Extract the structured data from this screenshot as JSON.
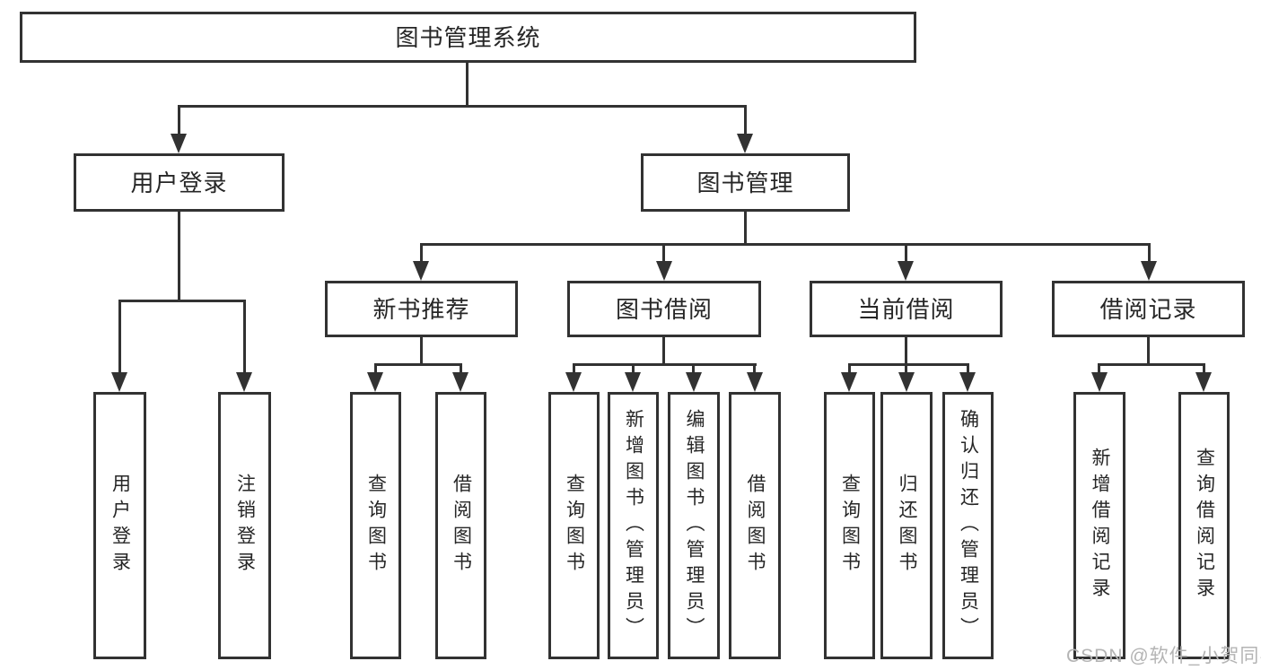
{
  "watermark": "CSDN @软件_小贺同学",
  "colors": {
    "line": "#323232",
    "text": "#262626",
    "watermark": "#b4b4b4",
    "background": "#ffffff"
  },
  "nodes": {
    "root": "图书管理系统",
    "user_login": "用户登录",
    "book_management": "图书管理",
    "new_book_recommend": "新书推荐",
    "book_borrow": "图书借阅",
    "current_borrow": "当前借阅",
    "borrow_records": "借阅记录",
    "ul_login": "用户登录",
    "ul_logout": "注销登录",
    "nb_query": "查询图书",
    "nb_borrow": "借阅图书",
    "bb_query": "查询图书",
    "bb_add": "新增图书（管理员）",
    "bb_edit": "编辑图书（管理员）",
    "bb_borrow": "借阅图书",
    "cb_query": "查询图书",
    "cb_return": "归还图书",
    "cb_confirm": "确认归还（管理员）",
    "rec_add": "新增借阅记录",
    "rec_query": "查询借阅记录"
  }
}
